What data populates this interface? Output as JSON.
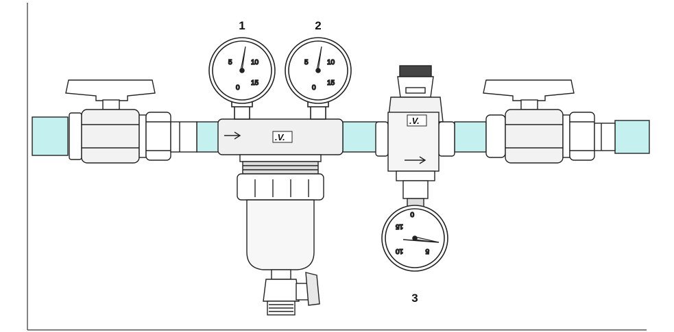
{
  "callouts": {
    "gauge_1": "1",
    "gauge_2": "2",
    "gauge_3": "3"
  },
  "brand_mark": ".V.",
  "gauge_scale": [
    "0",
    "5",
    "10",
    "15"
  ],
  "colors": {
    "pipe": "#c4f0f0",
    "outline": "#222222",
    "metal": "#ffffff",
    "metal_shade": "#e8e8e8",
    "frame": "#333333"
  }
}
